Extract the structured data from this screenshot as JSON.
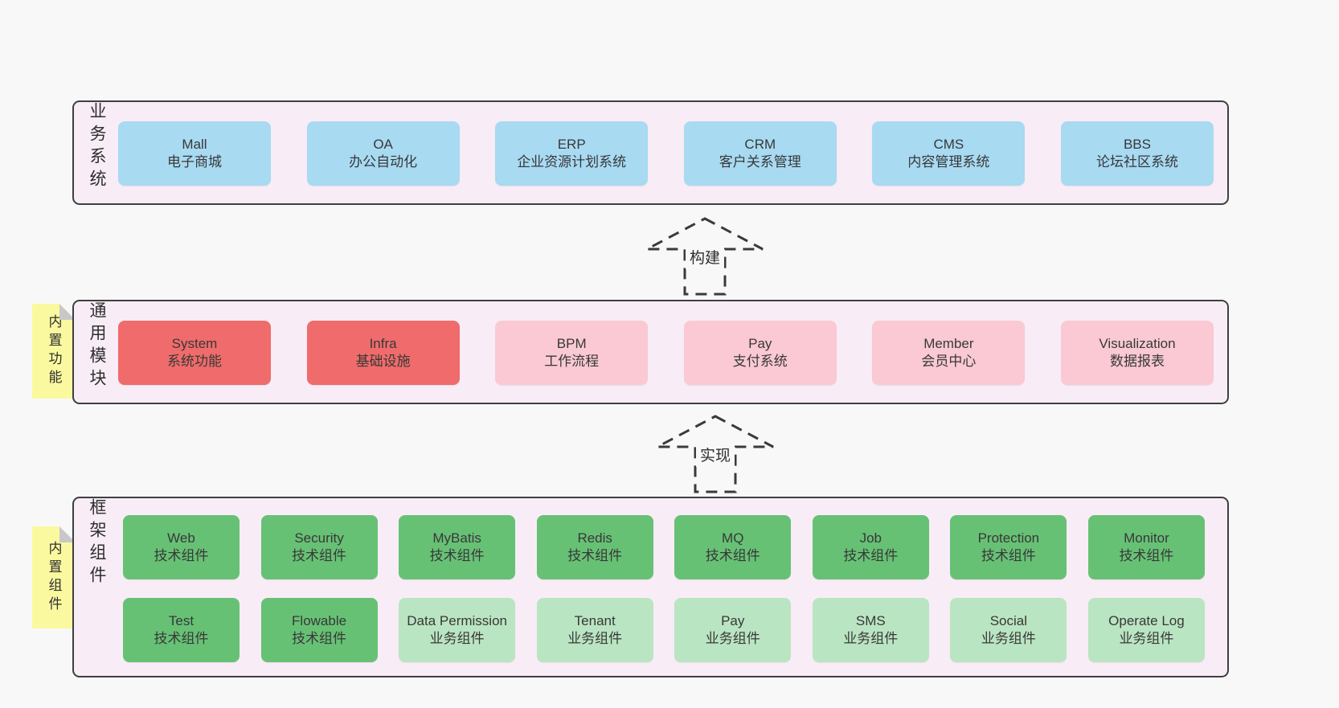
{
  "colors": {
    "page-bg": "#f8f8f8",
    "panel-bg": "#f8edf6",
    "panel-border": "#3f3f3f",
    "blue": "#a8daf2",
    "red": "#f06b6b",
    "pink": "#fac9d3",
    "green": "#67c175",
    "lightgreen": "#bae5c2",
    "yellow": "#fbf99f",
    "fold": "#c8c8c8",
    "ink": "#383838"
  },
  "arrows": [
    {
      "label": "构建"
    },
    {
      "label": "实现"
    }
  ],
  "panels": [
    {
      "id": "business-systems",
      "label": "业务系统",
      "note": null,
      "rows": [
        [
          {
            "en": "Mall",
            "zh": "电子商城",
            "type": "blue"
          },
          {
            "en": "OA",
            "zh": "办公自动化",
            "type": "blue"
          },
          {
            "en": "ERP",
            "zh": "企业资源计划系统",
            "type": "blue"
          },
          {
            "en": "CRM",
            "zh": "客户关系管理",
            "type": "blue"
          },
          {
            "en": "CMS",
            "zh": "内容管理系统",
            "type": "blue"
          },
          {
            "en": "BBS",
            "zh": "论坛社区系统",
            "type": "blue"
          }
        ]
      ]
    },
    {
      "id": "common-modules",
      "label": "通用模块",
      "note": "内置功能",
      "rows": [
        [
          {
            "en": "System",
            "zh": "系统功能",
            "type": "red"
          },
          {
            "en": "Infra",
            "zh": "基础设施",
            "type": "red"
          },
          {
            "en": "BPM",
            "zh": "工作流程",
            "type": "pink"
          },
          {
            "en": "Pay",
            "zh": "支付系统",
            "type": "pink"
          },
          {
            "en": "Member",
            "zh": "会员中心",
            "type": "pink"
          },
          {
            "en": "Visualization",
            "zh": "数据报表",
            "type": "pink"
          }
        ]
      ]
    },
    {
      "id": "framework-components",
      "label": "框架组件",
      "note": "内置组件",
      "rows": [
        [
          {
            "en": "Web",
            "zh": "技术组件",
            "type": "green"
          },
          {
            "en": "Security",
            "zh": "技术组件",
            "type": "green"
          },
          {
            "en": "MyBatis",
            "zh": "技术组件",
            "type": "green"
          },
          {
            "en": "Redis",
            "zh": "技术组件",
            "type": "green"
          },
          {
            "en": "MQ",
            "zh": "技术组件",
            "type": "green"
          },
          {
            "en": "Job",
            "zh": "技术组件",
            "type": "green"
          },
          {
            "en": "Protection",
            "zh": "技术组件",
            "type": "green"
          },
          {
            "en": "Monitor",
            "zh": "技术组件",
            "type": "green"
          }
        ],
        [
          {
            "en": "Test",
            "zh": "技术组件",
            "type": "green"
          },
          {
            "en": "Flowable",
            "zh": "技术组件",
            "type": "green"
          },
          {
            "en": "Data Permission",
            "zh": "业务组件",
            "type": "lightgreen"
          },
          {
            "en": "Tenant",
            "zh": "业务组件",
            "type": "lightgreen"
          },
          {
            "en": "Pay",
            "zh": "业务组件",
            "type": "lightgreen"
          },
          {
            "en": "SMS",
            "zh": "业务组件",
            "type": "lightgreen"
          },
          {
            "en": "Social",
            "zh": "业务组件",
            "type": "lightgreen"
          },
          {
            "en": "Operate Log",
            "zh": "业务组件",
            "type": "lightgreen"
          }
        ]
      ]
    }
  ]
}
